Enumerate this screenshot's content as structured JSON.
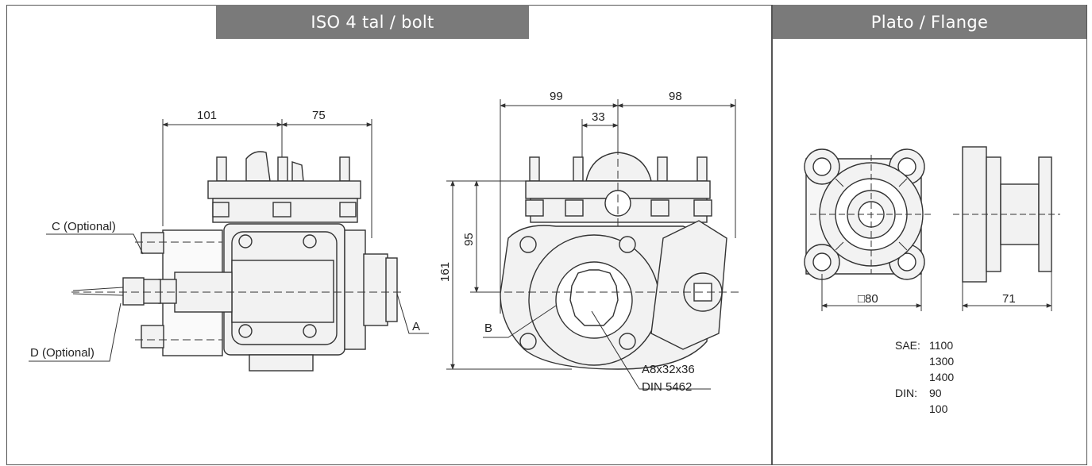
{
  "headers": {
    "left": "ISO 4 tal / bolt",
    "right": "Plato / Flange"
  },
  "colors": {
    "header_bg": "#7a7a7a",
    "line": "#333333",
    "part_fill": "#f2f2f2"
  },
  "side_view": {
    "dim_top_left": "101",
    "dim_top_right": "75",
    "label_c": "C (Optional)",
    "label_d": "D (Optional)",
    "label_a": "A"
  },
  "front_view": {
    "dim_top_left": "99",
    "dim_top_right": "98",
    "dim_top_inner": "33",
    "dim_height_total": "161",
    "dim_height_axis": "95",
    "label_b": "B",
    "spline_line1": "A8x32x36",
    "spline_line2": "DIN 5462"
  },
  "flange": {
    "dim_square": "□80",
    "dim_length": "71",
    "sae_label": "SAE:",
    "sae_values": [
      "1100",
      "1300",
      "1400"
    ],
    "din_label": "DIN:",
    "din_values": [
      "90",
      "100"
    ]
  }
}
